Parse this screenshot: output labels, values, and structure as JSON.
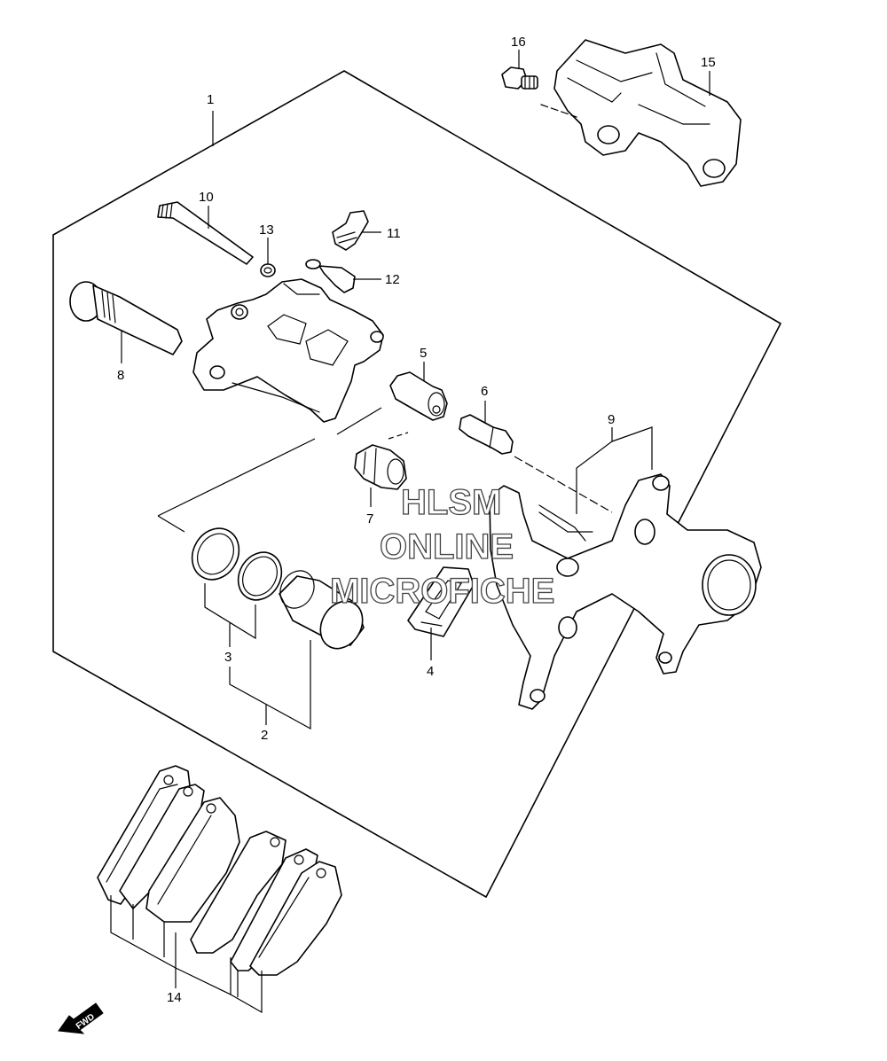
{
  "watermark": {
    "line1": "HLSM",
    "line2": "ONLINE",
    "line3": "MICROFICHE"
  },
  "fwd_marker": {
    "label": "FWD",
    "icon": "fwd-arrow-icon"
  },
  "callouts": {
    "c1": "1",
    "c2": "2",
    "c3": "3",
    "c4": "4",
    "c5": "5",
    "c6": "6",
    "c7": "7",
    "c8": "8",
    "c9": "9",
    "c10": "10",
    "c11": "11",
    "c12": "12",
    "c13": "13",
    "c14": "14",
    "c15": "15",
    "c16": "16"
  }
}
